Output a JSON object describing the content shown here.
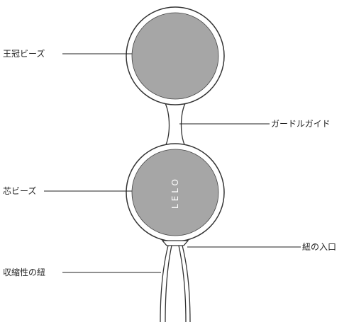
{
  "labels": {
    "crown_bead": "王冠ビーズ",
    "core_bead": "芯ビーズ",
    "elastic_cord": "収縮性の紐",
    "girdle_guide": "ガードルガイド",
    "cord_entry": "紐の入口"
  },
  "brand": {
    "logo_text": "LELO"
  },
  "colors": {
    "bead_fill": "#a6a6a6",
    "outline": "#333333",
    "logo_text": "#ffffff",
    "background": "#ffffff"
  }
}
